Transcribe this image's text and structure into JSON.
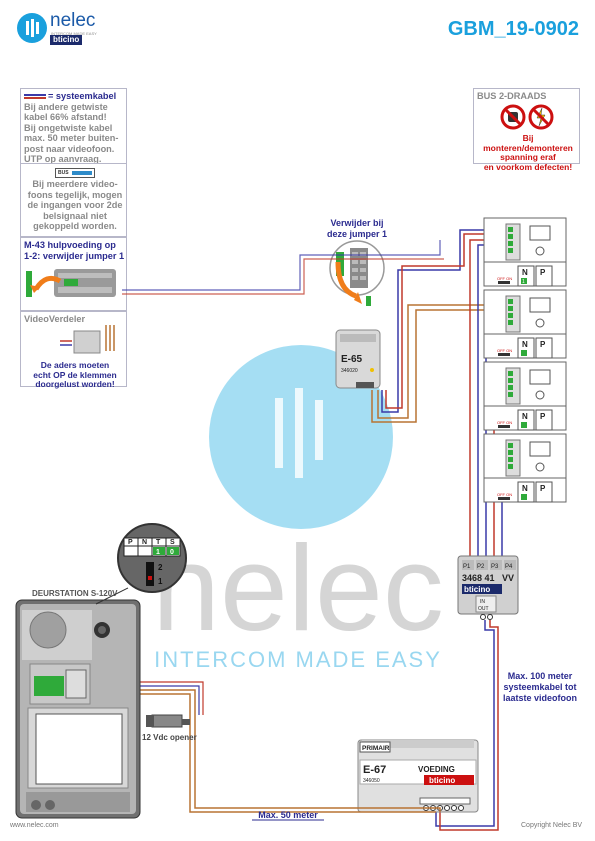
{
  "header": {
    "brand": "nelec",
    "brand_tagline": "INTERCOM MADE EASY",
    "partner_brand": "bticino",
    "doc_code": "GBM_19-0902"
  },
  "notes": {
    "cable_legend": {
      "label": "= systeemkabel",
      "lines": [
        "Bij andere getwiste",
        "kabel 66% afstand!",
        "Bij ongetwiste kabel",
        "max. 50 meter buiten-",
        "post naar videofoon.",
        "UTP op aanvraag."
      ]
    },
    "multi_phone": {
      "chip": "BUS",
      "lines": [
        "Bij meerdere video-",
        "foons tegelijk, mogen",
        "de ingangen voor 2de",
        "belsignaal niet",
        "gekoppeld worden."
      ]
    },
    "m43": {
      "lines": [
        "M-43  hulpvoeding op",
        "1-2: verwijder jumper 1"
      ]
    },
    "videoverdeler": {
      "title": "VideoVerdeler",
      "lines": [
        "De aders moeten",
        "echt OP de klemmen",
        "doorgelust worden!"
      ]
    },
    "bus_warning": {
      "title": "BUS 2-DRAADS",
      "lines": [
        "Bij monteren/demonteren",
        "spanning eraf",
        "en voorkom defecten!"
      ]
    },
    "jumper": {
      "lines": [
        "Verwijder bij",
        "deze jumper 1"
      ]
    }
  },
  "devices": {
    "e65": {
      "name": "E-65",
      "code": "346020"
    },
    "distributor": {
      "ports": [
        "P1",
        "P2",
        "P3",
        "P4"
      ],
      "code": "3468 41",
      "suffix": "VV",
      "in_label": "IN",
      "out_label": "OUT",
      "brand": "bticino"
    },
    "door_station": {
      "title": "DEURSTATION S-120V",
      "terminals": [
        "P",
        "N",
        "T",
        "S"
      ],
      "terminal_values": [
        "1",
        "0"
      ],
      "plug_numbers": [
        "2",
        "1"
      ]
    },
    "opener": {
      "label": "12 Vdc opener"
    },
    "e67": {
      "primary": "PRIMAIR",
      "name": "E-67",
      "code": "346050",
      "voeding": "VOEDING",
      "brand": "bticino"
    },
    "videophones": {
      "count": 4,
      "terminals": [
        "N",
        "P"
      ],
      "switch": "OFF ON",
      "jumper_num": "1"
    }
  },
  "labels": {
    "max_100": [
      "Max. 100 meter",
      "systeemkabel tot",
      "laatste videofoon"
    ],
    "max_50": "Max. 50 meter"
  },
  "watermark": {
    "word": "nelec",
    "tagline": "INTERCOM MADE EASY"
  },
  "footer": {
    "left": "www.nelec.com",
    "right": "Copyright Nelec BV"
  },
  "colors": {
    "brand_blue": "#1b5aa8",
    "accent_cyan": "#1aa0dd",
    "cable_blue": "#3a3aa8",
    "cable_red": "#c0392b",
    "cable_brown": "#b87333",
    "terminal_green": "#2faa3a",
    "warning_red": "#cc1010"
  }
}
